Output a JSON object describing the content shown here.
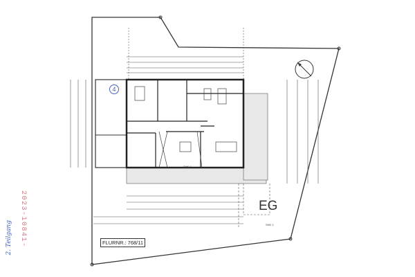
{
  "plan": {
    "floor_label": "EG",
    "parcel_label": "FLURNR.: 768/11",
    "stamp_text": "2023-10841-",
    "handwritten_note": "2. Teilgang",
    "handwritten_number": "4",
    "parcel_lines": [
      "SHK 1",
      "SHK 2"
    ]
  },
  "colors": {
    "stamp": "#d07a8a",
    "handwriting": "#4a62b0",
    "lines": "#333333"
  }
}
